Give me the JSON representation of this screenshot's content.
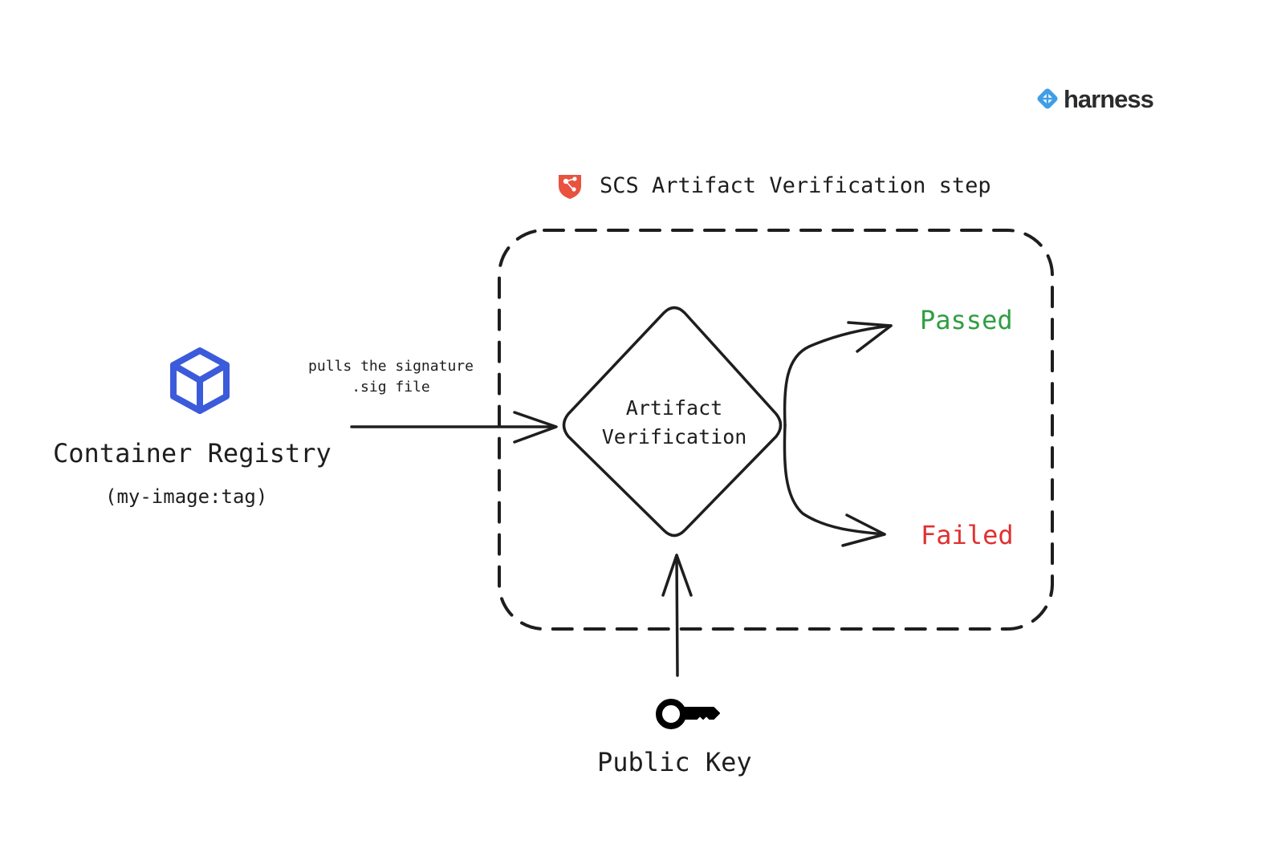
{
  "brand": {
    "name": "harness",
    "icon": "harness-logo-icon",
    "color": "#3f9ee6"
  },
  "step": {
    "title": "SCS Artifact Verification step",
    "icon": "scs-shield-icon",
    "color": "#e8523f"
  },
  "source": {
    "title": "Container Registry",
    "subtitle": "(my-image:tag)",
    "icon": "container-cube-icon",
    "color": "#3b5bdb"
  },
  "edge_label": {
    "line1": "pulls the signature",
    "line2": ".sig file"
  },
  "decision": {
    "line1": "Artifact",
    "line2": "Verification"
  },
  "outcomes": {
    "passed": "Passed",
    "failed": "Failed",
    "passed_color": "#2f9e44",
    "failed_color": "#e03131"
  },
  "key": {
    "label": "Public Key",
    "icon": "key-icon"
  }
}
